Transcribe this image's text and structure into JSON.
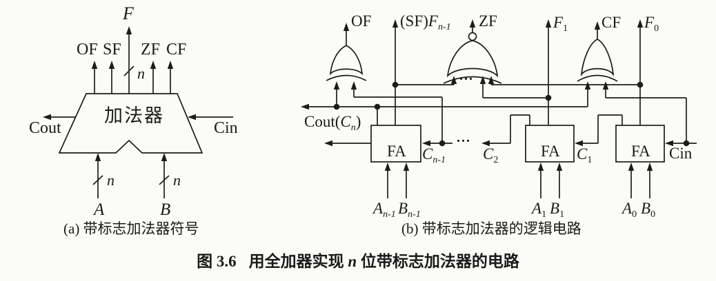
{
  "panel_a": {
    "caption": "(a) 带标志加法器符号",
    "adder_label": "加法器",
    "sum_output": "F",
    "bus_width": "n",
    "flags": [
      "OF",
      "SF",
      "ZF",
      "CF"
    ],
    "carry_out": "Cout",
    "carry_in": "Cin",
    "operand_a": "A",
    "operand_b": "B"
  },
  "panel_b": {
    "caption": "(b) 带标志加法器的逻辑电路",
    "fa_label": "FA",
    "of_label": "OF",
    "zf_label": "ZF",
    "cf_label": "CF",
    "sf_sum": {
      "prefix": "(SF)",
      "base": "F",
      "sub": "n-1"
    },
    "f1": {
      "base": "F",
      "sub": "1"
    },
    "f0": {
      "base": "F",
      "sub": "0"
    },
    "cout": {
      "pre": "Cout(",
      "base": "C",
      "sub": "n",
      "post": ")"
    },
    "cn1": {
      "base": "C",
      "sub": "n-1"
    },
    "c2": {
      "base": "C",
      "sub": "2"
    },
    "c1": {
      "base": "C",
      "sub": "1"
    },
    "cin": "Cin",
    "an1": {
      "base": "A",
      "sub": "n-1"
    },
    "bn1": {
      "base": "B",
      "sub": "n-1"
    },
    "a1": {
      "base": "A",
      "sub": "1"
    },
    "b1": {
      "base": "B",
      "sub": "1"
    },
    "a0": {
      "base": "A",
      "sub": "0"
    },
    "b0": {
      "base": "B",
      "sub": "0"
    },
    "ellipsis": "..."
  },
  "caption": {
    "fig_label": "图 3.6",
    "pre": "用全加器实现 ",
    "var": "n",
    "post": " 位带标志加法器的电路"
  }
}
